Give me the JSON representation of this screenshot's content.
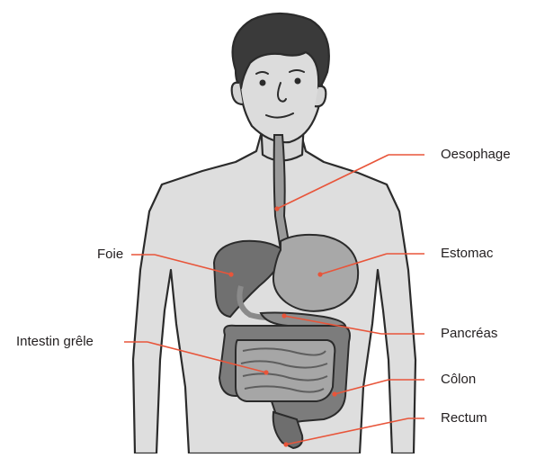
{
  "labels": {
    "oesophage": "Oesophage",
    "foie": "Foie",
    "estomac": "Estomac",
    "pancreas": "Pancréas",
    "intestin": "Intestin grêle",
    "colon": "Côlon",
    "rectum": "Rectum"
  },
  "colors": {
    "leader": "#e8553a",
    "outline": "#2b2b2b",
    "skin": "#dcdcdc",
    "hair": "#3a3a3a",
    "organ_dark": "#6a6a6a",
    "organ_mid": "#8d8d8d",
    "organ_light": "#b0b0b0"
  }
}
